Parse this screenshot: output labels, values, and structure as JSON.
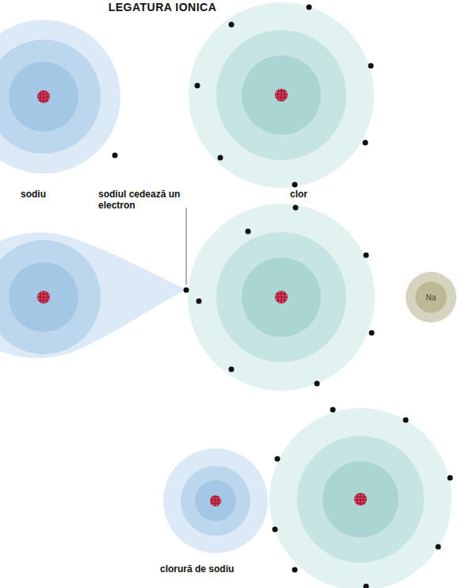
{
  "diagram": {
    "title": "LEGATURA IONICA",
    "nodes": [
      {
        "text": [
          "Na"
        ]
      }
    ],
    "labels": [
      "sodiu",
      "sodiul cedează un electron",
      "clor",
      "clorură de sodiu"
    ]
  }
}
